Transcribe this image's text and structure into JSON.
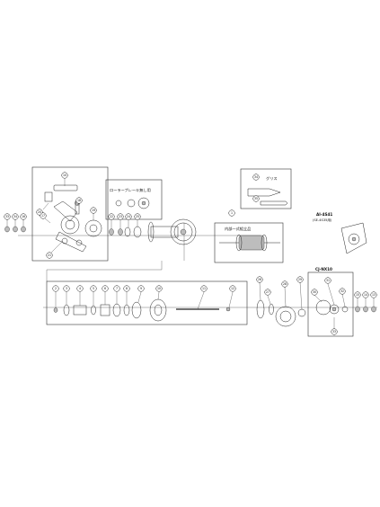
{
  "labels": {
    "roller_brake_note": "ローラーブレーキ無し用",
    "internal_assembly": "内部一式組立品",
    "grease": "グリス",
    "model_a": "AI-4S41",
    "model_a_note": "(SE-4S35用)",
    "model_b": "CJ-NX10"
  },
  "callouts": [
    "10",
    "18",
    "20",
    "17",
    "21",
    "33",
    "34",
    "16",
    "19",
    "22",
    "23",
    "24",
    "25",
    "1",
    "34",
    "35",
    "2",
    "3",
    "4",
    "5",
    "6",
    "7",
    "8",
    "9",
    "10",
    "11",
    "12",
    "26",
    "27",
    "28",
    "29",
    "30",
    "31",
    "32",
    "15",
    "14",
    "13",
    "33"
  ]
}
